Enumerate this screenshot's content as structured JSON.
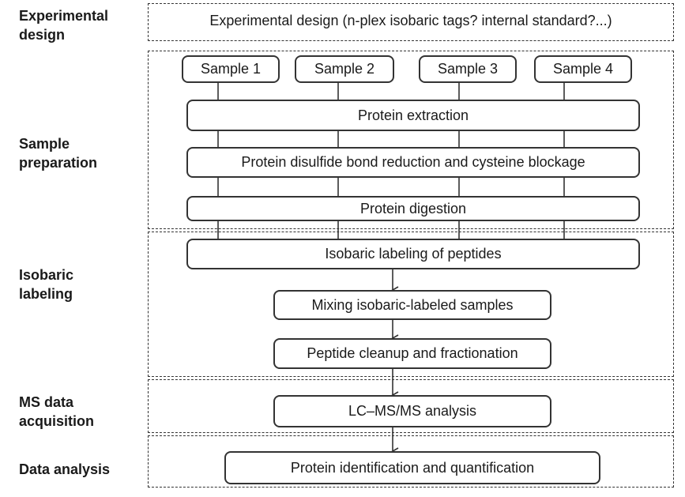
{
  "stages": {
    "experimental_design": "Experimental\ndesign",
    "sample_preparation": "Sample\npreparation",
    "isobaric_labeling": "Isobaric\nlabeling",
    "ms_acquisition": "MS data\nacquisition",
    "data_analysis": "Data analysis"
  },
  "design_text": "Experimental design (n-plex isobaric tags? internal standard?...)",
  "samples": [
    "Sample 1",
    "Sample 2",
    "Sample 3",
    "Sample 4"
  ],
  "steps": {
    "extraction": "Protein extraction",
    "reduction": "Protein disulfide bond reduction and cysteine blockage",
    "digestion": "Protein digestion",
    "labeling": "Isobaric labeling of peptides",
    "mixing": "Mixing isobaric-labeled samples",
    "cleanup": "Peptide cleanup and fractionation",
    "lcms": "LC–MS/MS analysis",
    "identification": "Protein identification and quantification"
  }
}
